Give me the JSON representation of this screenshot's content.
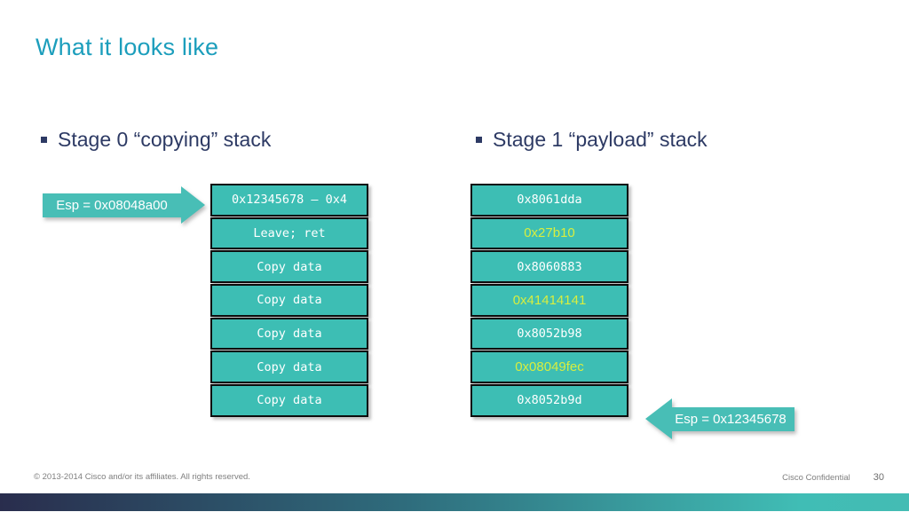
{
  "slide": {
    "title": "What it looks like",
    "accent_color": "#1c9ebc",
    "teal_color": "#3dbeb4",
    "navy_color": "#2d3a64",
    "highlight_color": "#d8ee3f"
  },
  "stage0": {
    "heading": "Stage 0 “copying” stack",
    "esp_label": "Esp = 0x08048a00",
    "cells": [
      {
        "text": "0x12345678 – 0x4",
        "highlight": false
      },
      {
        "text": "Leave; ret",
        "highlight": false
      },
      {
        "text": "Copy data",
        "highlight": false
      },
      {
        "text": "Copy data",
        "highlight": false
      },
      {
        "text": "Copy data",
        "highlight": false
      },
      {
        "text": "Copy data",
        "highlight": false
      },
      {
        "text": "Copy data",
        "highlight": false
      }
    ]
  },
  "stage1": {
    "heading": "Stage 1 “payload” stack",
    "esp_label": "Esp = 0x12345678",
    "cells": [
      {
        "text": "0x8061dda",
        "highlight": false
      },
      {
        "text": "0x27b10",
        "highlight": true
      },
      {
        "text": "0x8060883",
        "highlight": false
      },
      {
        "text": "0x41414141",
        "highlight": true
      },
      {
        "text": "0x8052b98",
        "highlight": false
      },
      {
        "text": "0x08049fec",
        "highlight": true
      },
      {
        "text": "0x8052b9d",
        "highlight": false
      }
    ]
  },
  "footer": {
    "copyright": "© 2013-2014  Cisco and/or its affiliates. All rights reserved.",
    "confidential": "Cisco Confidential",
    "page_number": "30"
  }
}
